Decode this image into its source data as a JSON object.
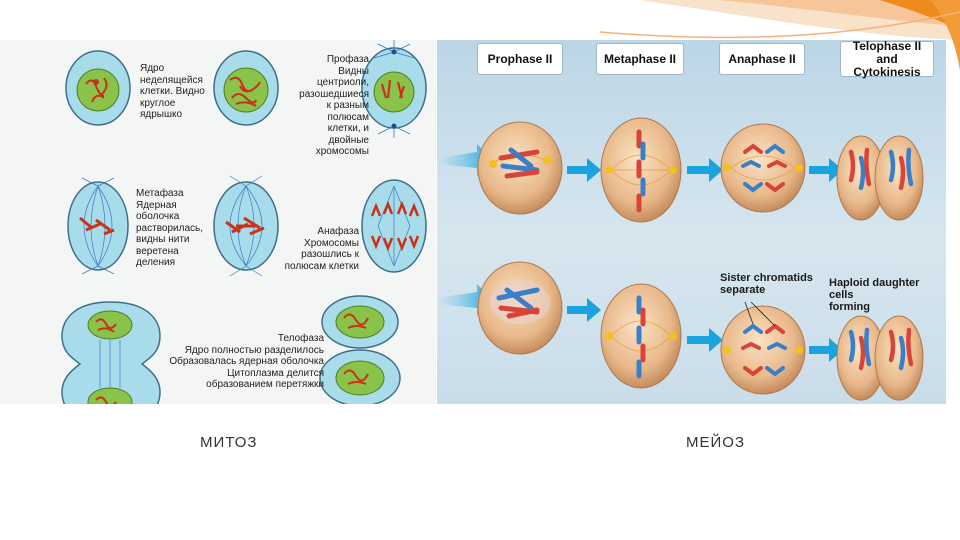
{
  "mitosis": {
    "labels": {
      "interphase": "Ядро\nнеделящейся\nклетки. Видно\nкруглое\nядрышко",
      "prophase": "Профаза\nВидны\nцентриоли,\nразошедшиеся\nк разным\nполюсам\nклетки, и\nдвойные хромосомы",
      "metaphase": "Метафаза\nЯдерная\nоболочка\nрастворилась,\nвидны нити\nверетена\nделения",
      "anaphase": "Анафаза\nХромосомы\nразошлись к\nполюсам клетки",
      "telophase": "Телофаза\nЯдро полностью разделилось\nОбразовалась ядерная оболочка\nЦитоплазма делится\nобразованием перетяжки"
    },
    "caption": "МИТОЗ"
  },
  "meiosis": {
    "phases": [
      "Prophase II",
      "Metaphase II",
      "Anaphase II",
      "Telophase II and\nCytokinesis"
    ],
    "annotations": {
      "sister": "Sister chromatids\nseparate",
      "haploid": "Haploid daughter cells\nforming"
    },
    "caption": "МЕЙОЗ"
  },
  "colors": {
    "accent_orange": "#f08a1c",
    "cell_blue": "#a9dcea",
    "chromosome_red": "#d4321a",
    "meiosis_background": "#c9dde9"
  }
}
